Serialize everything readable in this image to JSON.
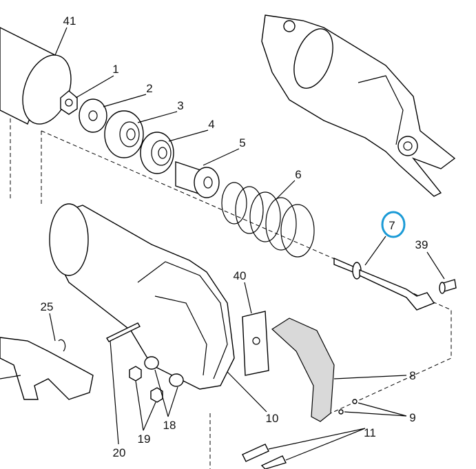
{
  "diagram": {
    "labels": {
      "p41": "41",
      "p1": "1",
      "p2": "2",
      "p3": "3",
      "p4": "4",
      "p5": "5",
      "p6": "6",
      "p7": "7",
      "p39": "39",
      "p40": "40",
      "p25": "25",
      "p8": "8",
      "p9": "9",
      "p10": "10",
      "p11": "11",
      "p18": "18",
      "p19": "19",
      "p20": "20"
    },
    "highlight_color": "#1a9ad6"
  }
}
